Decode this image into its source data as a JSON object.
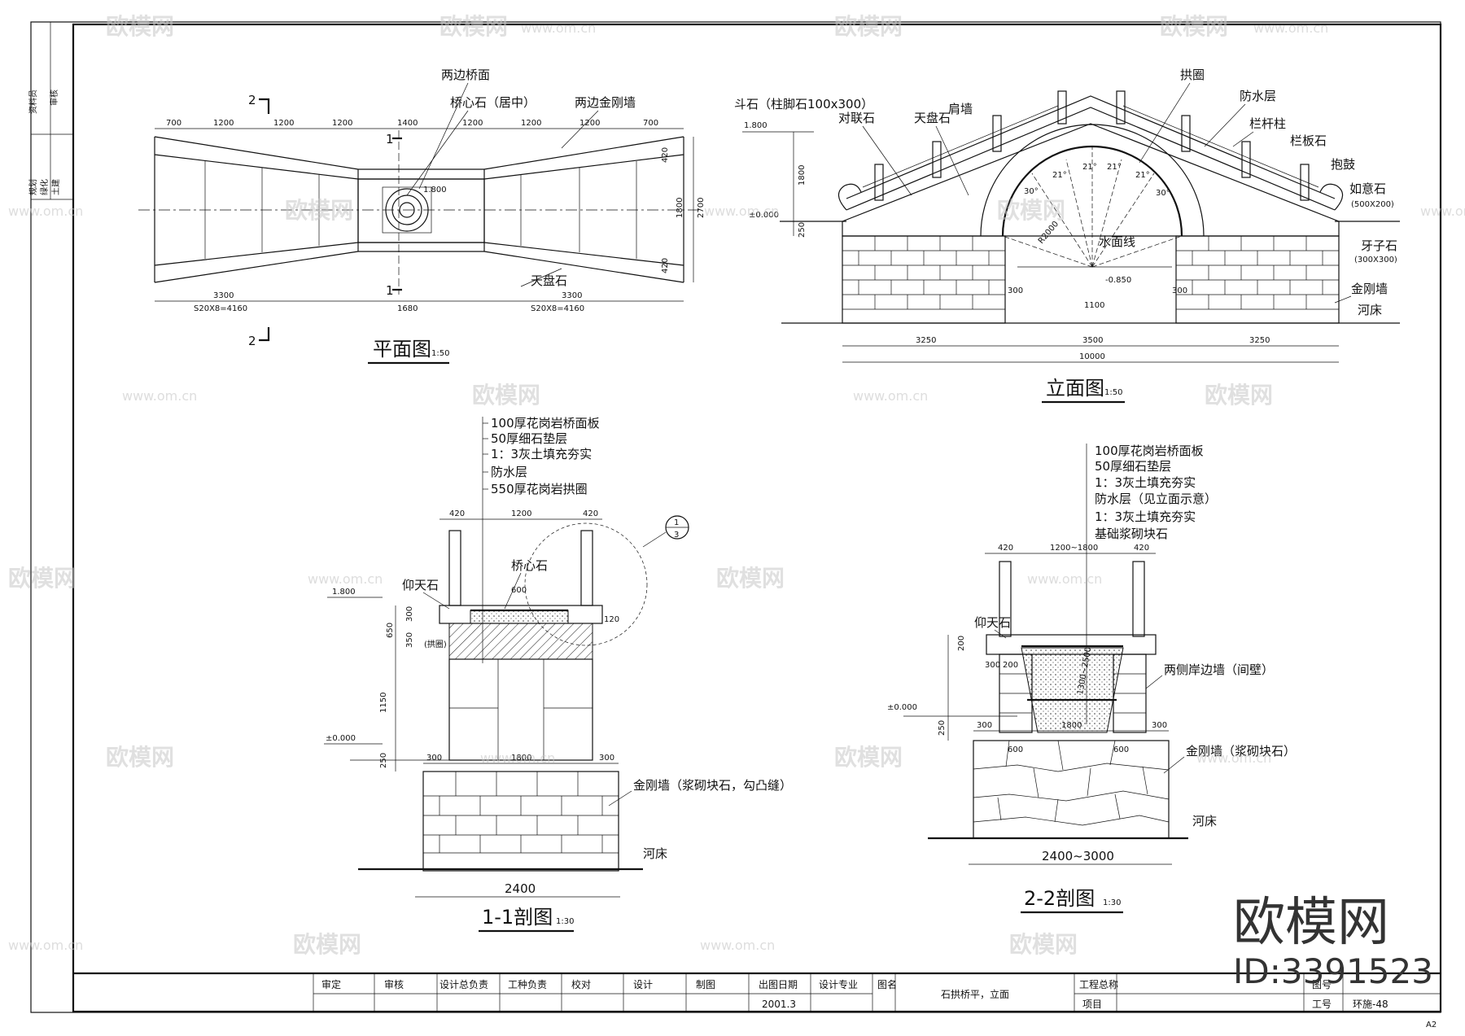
{
  "sheet": {
    "size_mark": "A2",
    "side_labels": [
      "资料员",
      "审核",
      "规划",
      "绿化",
      "土建"
    ]
  },
  "watermark": {
    "brand": "欧模网",
    "url": "www.om.cn",
    "id": "ID:3391523"
  },
  "plan": {
    "title": "平面图",
    "scale": "1:50",
    "labels": {
      "side_deck": "两边桥面",
      "center_stone": "桥心石（居中）",
      "side_wall": "两边金刚墙",
      "sky_stone": "天盘石",
      "sec1": "1",
      "sec2": "2",
      "elev": "1.800"
    },
    "dims_top": [
      "700",
      "1200",
      "1200",
      "1200",
      "1400",
      "1200",
      "1200",
      "1200",
      "700"
    ],
    "dims_bottom": [
      "3300",
      "1680",
      "3300"
    ],
    "dims_total": [
      "S20X8=4160",
      "S20X8=4160"
    ],
    "dims_right": [
      "420",
      "1800",
      "2700",
      "420"
    ]
  },
  "elevation": {
    "title": "立面图",
    "scale": "1:50",
    "labels": {
      "dou_stone": "斗石（柱脚石100x300）",
      "couplet_stone": "对联石",
      "sky_stone": "天盘石",
      "shoulder_wall": "肩墙",
      "arch_ring": "拱圈",
      "waterproof": "防水层",
      "rail_post": "栏杆柱",
      "rail_board": "栏板石",
      "drum": "抱鼓",
      "ruyi": "如意石",
      "ruyi_size": "(500X200)",
      "yazi": "牙子石",
      "yazi_size": "(300X300)",
      "kingkong": "金刚墙",
      "riverbed": "河床",
      "water": "水面线",
      "radius": "R2000",
      "top_elev": "1.800",
      "zero": "±0.000",
      "water_elev": "-0.850"
    },
    "angles": [
      "21°",
      "21°",
      "21°",
      "21°",
      "30°",
      "30°"
    ],
    "dims": [
      "3250",
      "3500",
      "3250"
    ],
    "total": "10000",
    "sub": [
      "300",
      "1100",
      "300"
    ],
    "left_dims": [
      "1800",
      "250"
    ]
  },
  "section11": {
    "title": "1-1剖图",
    "scale": "1:30",
    "layers": [
      "100厚花岗岩桥面板",
      "50厚细石垫层",
      "1：3灰土填充夯实",
      "防水层",
      "550厚花岗岩拱圈"
    ],
    "labels": {
      "center_stone": "桥心石",
      "yangtian": "仰天石",
      "arch": "(拱圈)",
      "kingkong": "金刚墙（浆砌块石，勾凸缝）",
      "riverbed": "河床",
      "detail_num": "1",
      "detail_sheet": "3",
      "elev_top": "1.800",
      "zero": "±0.000"
    },
    "dims": [
      "420",
      "1200",
      "420",
      "600",
      "120",
      "300",
      "1800",
      "300"
    ],
    "left_dims": [
      "650",
      "300",
      "350",
      "1150",
      "250"
    ],
    "width": "2400"
  },
  "section22": {
    "title": "2-2剖图",
    "scale": "1:30",
    "layers": [
      "100厚花岗岩桥面板",
      "50厚细石垫层",
      "1：3灰土填充夯实",
      "防水层（见立面示意）",
      "1：3灰土填充夯实",
      "基础浆砌块石"
    ],
    "labels": {
      "yangtian": "仰天石",
      "side_wall": "两侧岸边墙（间壁）",
      "kingkong": "金刚墙（浆砌块石）",
      "riverbed": "河床",
      "zero": "±0.000"
    },
    "dims": [
      "420",
      "1200~1800",
      "420",
      "300",
      "200",
      "1800",
      "300",
      "600",
      "600"
    ],
    "left_dims": [
      "200",
      "250"
    ],
    "slope_dim": "1300~2500",
    "width": "2400~3000"
  },
  "title_block": {
    "cells": [
      "审定",
      "审核",
      "设计总负责",
      "工种负责",
      "校对",
      "设计",
      "制图",
      "出图日期",
      "设计专业",
      "图名"
    ],
    "date": "2001.3",
    "drawing_name": "石拱桥平，立面",
    "project_label": "工程总称",
    "item_label": "项目",
    "sheet_label": "图号",
    "job_label": "工号",
    "sheet_no": "环施-48"
  }
}
